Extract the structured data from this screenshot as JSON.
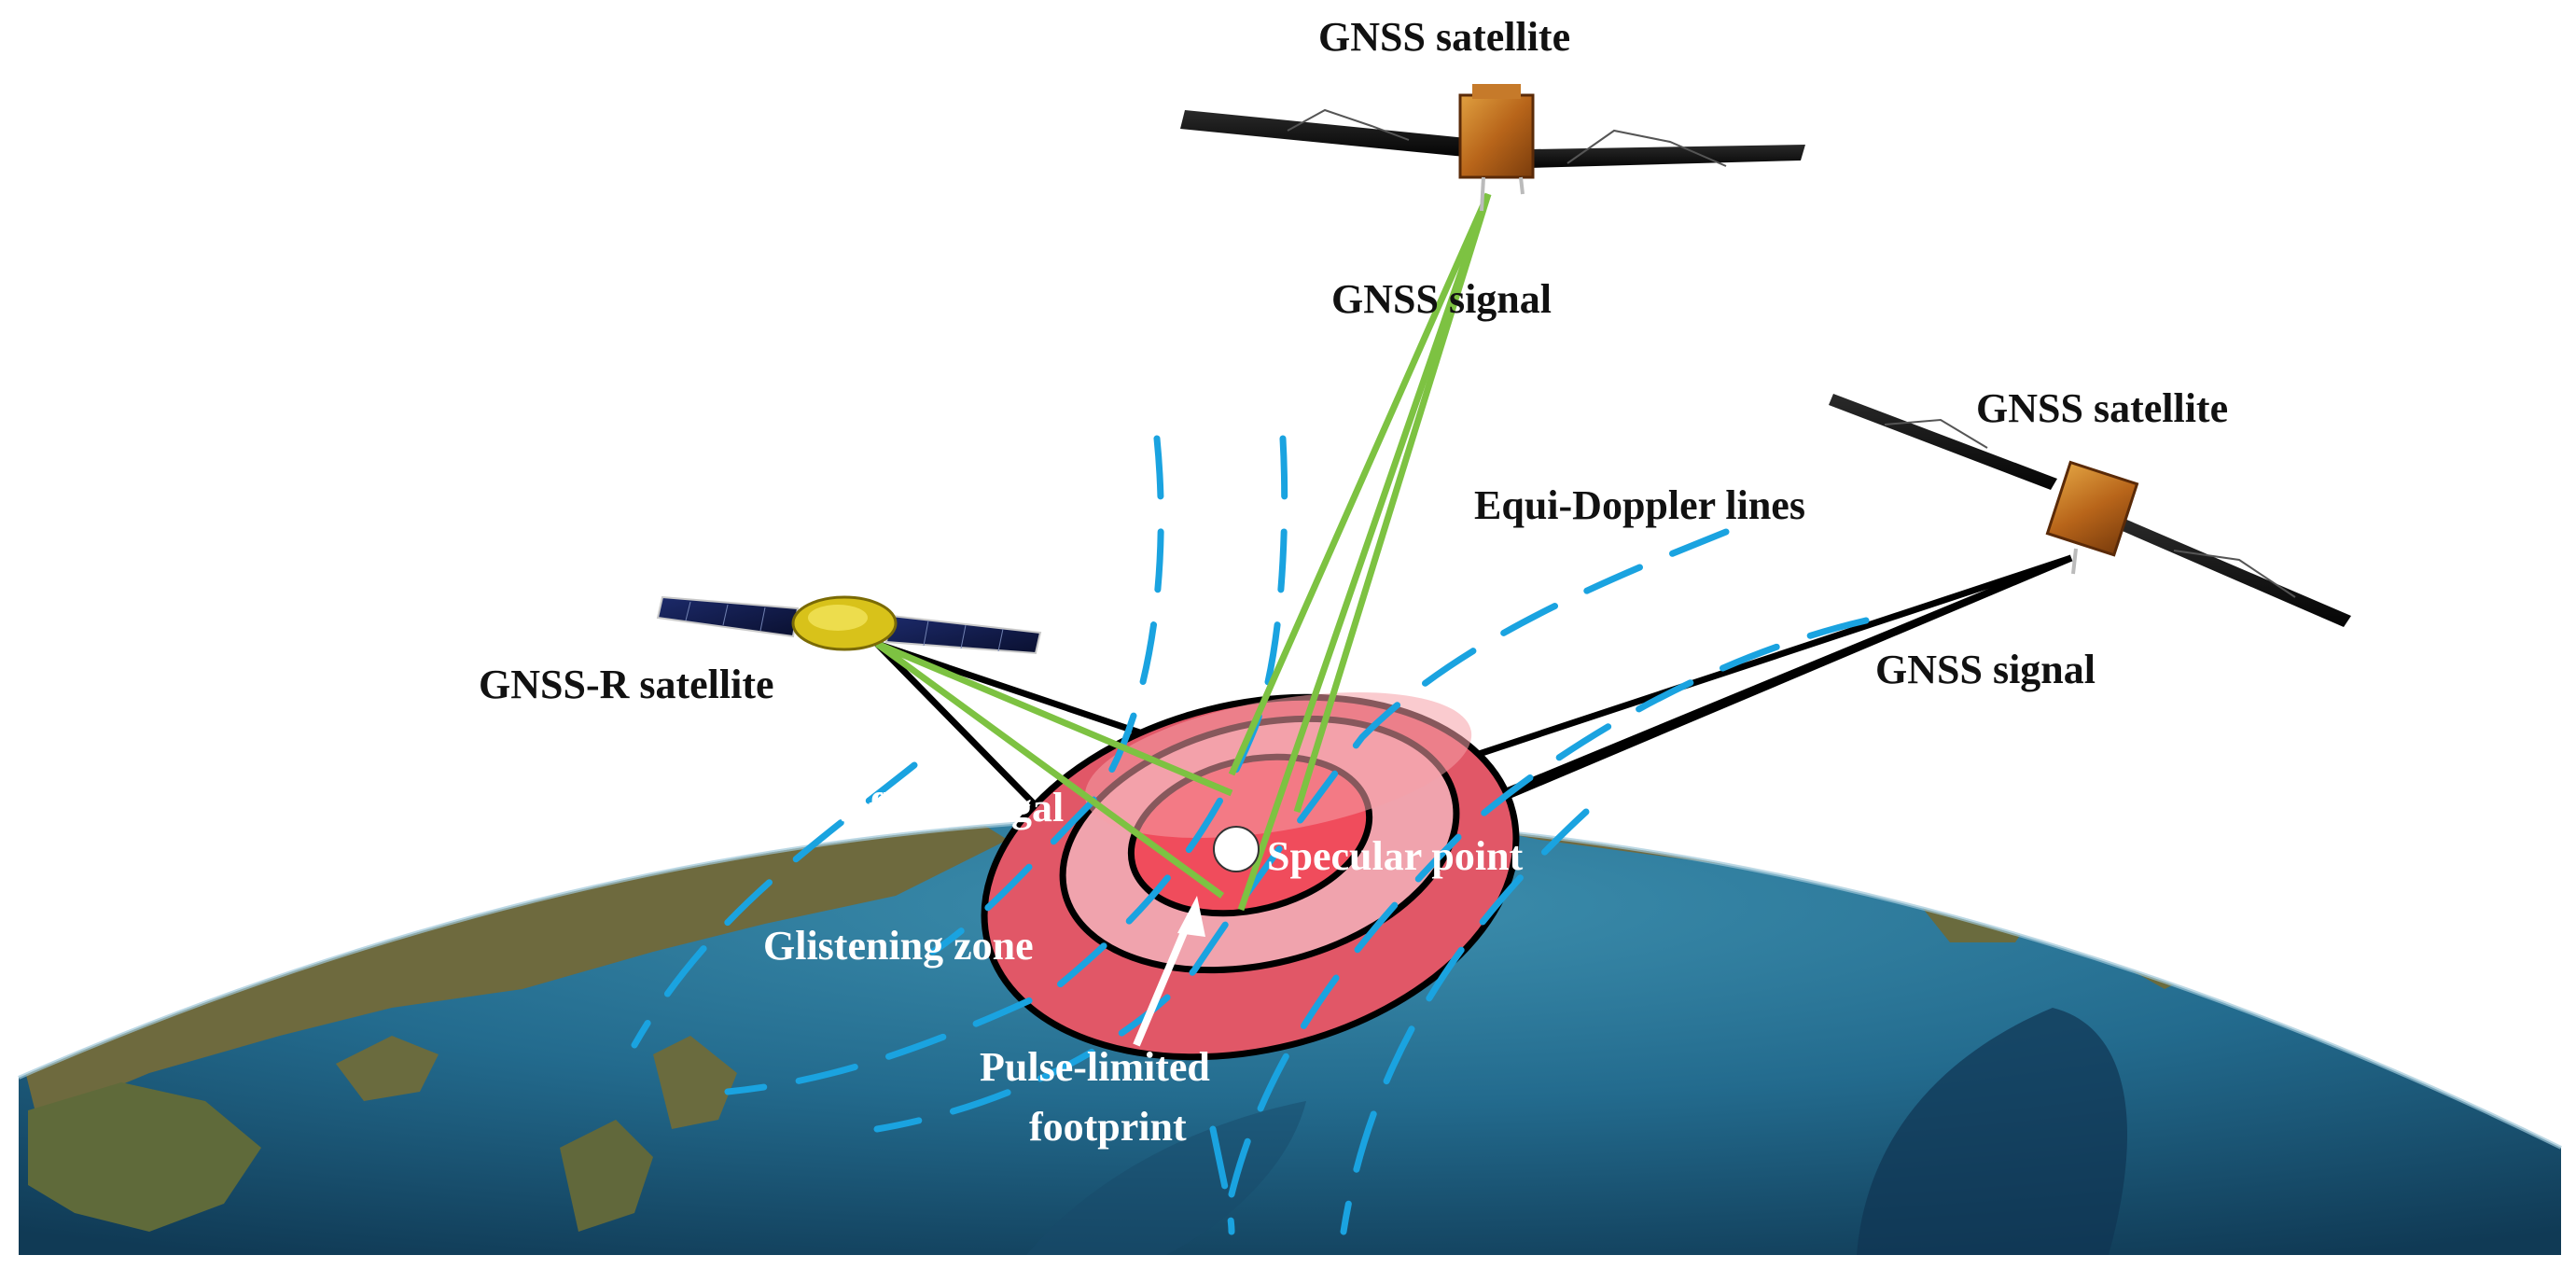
{
  "labels": {
    "gnss_satellite_top": "GNSS satellite",
    "gnss_signal_top": "GNSS signal",
    "gnss_satellite_right": "GNSS satellite",
    "equi_doppler": "Equi-Doppler lines",
    "gnss_signal_right": "GNSS signal",
    "gnssr_satellite": "GNSS-R satellite",
    "reflect_signal": "Reflect Singal",
    "specular_point": "Specular point",
    "glistening_zone": "Glistening zone",
    "pulse_limited_line1": "Pulse-limited",
    "pulse_limited_line2": "footprint"
  },
  "colors": {
    "signal_green": "#7dc242",
    "doppler_blue": "#18a3e0",
    "zone_outer": "#e55a6a",
    "zone_middle": "#f0a0a8",
    "zone_inner": "#f04a5a",
    "ocean": "#1f5f80",
    "land": "#6b6a3d"
  }
}
